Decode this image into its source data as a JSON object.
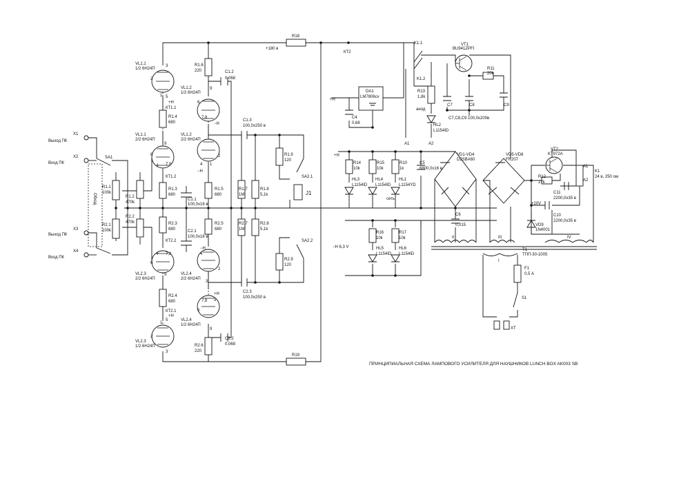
{
  "title": "ПРИНЦИПИАЛЬНАЯ СХЕМА ЛАМПОВОГО УСИЛИТЕЛЯ ДЛЯ НАУШНИКОВ LUNCH BOX AK003 SB",
  "labels": {
    "r18": "R18",
    "r19": "R19",
    "plus180": "+180 в",
    "kt2": "КТ2",
    "r16n": "R1.6",
    "r16v": "220",
    "c12n": "C1.2",
    "c12v": "0,068",
    "vl11n": "VL1.1",
    "vl11v": "1/2 6Н24П",
    "vl12n": "VL1.2",
    "vl12v": "1/2 6Н24П",
    "kt11": "КТ1.1",
    "r14n": "R1.4",
    "r14v": "680",
    "vl11bn": "VL1.1",
    "vl11bv": "2/2 6Н24П",
    "vl12bn": "VL1.2",
    "vl12bv": "2/2 6Н24П",
    "c13n": "C1.3",
    "c13v": "100,0х250 в",
    "r19bn": "R1.9",
    "r19bv": "120",
    "sa21": "SA2.1",
    "j1": "J1",
    "x1": "X1",
    "x2": "X2",
    "x3": "X3",
    "x4": "X4",
    "out1": "Выход ПК",
    "in1": "Вход ПК",
    "out2": "Выход ПК",
    "in2": "Вход ПК",
    "sa1": "SA1",
    "bypass": "Обход",
    "r11n": "R1.1",
    "r11v": "100k",
    "r12n": "R1.2",
    "r12v": "470k",
    "r21n": "R2.1",
    "r21v": "100k",
    "r22n": "R2.2",
    "r22v": "470k",
    "kt12": "КТ1.2",
    "r13n": "R1.3",
    "r13v": "680",
    "r15n": "R1.5",
    "r15v": "680",
    "r17n": "R1.7",
    "r17v": "1M",
    "r18bn": "R1.8",
    "r18bv": "5,1k",
    "c11n": "C1.1",
    "c11v": "100,0х16 в",
    "r23n": "R2.3",
    "r23v": "680",
    "r25n": "R2.5",
    "r25v": "680",
    "r27n": "R2.7",
    "r27v": "1M",
    "r28n": "R2.8",
    "r28v": "5,1k",
    "c21n": "C2.1",
    "c21v": "100,0х16 в",
    "kt22": "КТ2.2",
    "sa22": "SA2.2",
    "r29n": "R2.9",
    "r29v": "120",
    "vl23n": "VL2.3",
    "vl23v": "2/2 6Н24П",
    "vl24n": "VL2.4",
    "vl24v": "2/2 6Н24П",
    "c23n": "C2.3",
    "c23v": "100,0х250 в",
    "r24n": "R2.4",
    "r24v": "680",
    "kt21": "КТ2.1",
    "vl24bn": "VL2.4",
    "vl24bv": "1/2 6Н24П",
    "vl23bn": "VL2.3",
    "vl23bv": "1/2 6Н24П",
    "r26n": "R2.6",
    "r26v": "220",
    "c22n": "C2.2",
    "c22v": "0,068",
    "da1n": "DA1",
    "da1v": "LM7806cv",
    "plusH1": "+Н",
    "c4n": "C4",
    "c4v": "0,68",
    "k11": "K1.1",
    "k12": "K1.2",
    "vt1n": "VT1",
    "vt1v": "BU941ZPFI",
    "r11pn": "R11",
    "r11pv": "20k",
    "c7": "C7",
    "c8": "C8",
    "c9": "C9",
    "c789": "С7,С8,С9 100,0х200в",
    "r13pn": "R13",
    "r13pv": "1,8k",
    "anod": "анод",
    "hl2n": "HL2",
    "hl2v": "L1154ID",
    "a1": "A1",
    "a2": "A2",
    "plusH2": "+Н",
    "r14pn": "R14",
    "r14pv": "10k",
    "r15pn": "R15",
    "r15pv": "10k",
    "r10n": "R10",
    "r10v": "1k",
    "c5n": "C5",
    "c5v": "6800,0х16 в",
    "hl3n": "HL3",
    "hl3v": "L1154ID",
    "hl4n": "HL4",
    "hl4v": "L1154ID",
    "hl1n": "HL1",
    "hl1v": "L1154YD",
    "set": "сеть",
    "vd14n": "VD1-VD4",
    "vd14v": "D2SBA60",
    "vd58n": "VD5-VD8",
    "vd58v": "FR207",
    "c6n": "C6",
    "c6v": "0,015",
    "r16pn": "R16",
    "r16pv": "10k",
    "r17pn": "R17",
    "r17pv": "10k",
    "h63": "−Н 6,3 V",
    "hl5n": "HL5",
    "hl5v": "L1154ID",
    "hl6n": "HL6",
    "hl6v": "L1154ID",
    "w2": "II",
    "w3": "III",
    "w4": "IV",
    "w1": "I",
    "t1n": "T1",
    "t1v": "ТПП-30-1005",
    "f1n": "F1",
    "f1v": "0,5 А",
    "s1": "S1",
    "xt": "XT",
    "vt2n": "VT2",
    "vt2v": "KT972A",
    "r12pn": "R12",
    "r12pv": "27k",
    "ka1": "A1",
    "ka2": "A2",
    "k1n": "K1",
    "k1v": "24 в, 250 ом",
    "c11pn": "C11",
    "c11pv": "2200,0х35 в",
    "plus20": "+20V",
    "vd9n": "VD9",
    "vd9v": "1N4001",
    "c10n": "C10",
    "c10v": "2200,0х35 в",
    "pin3": "3",
    "pin2": "2",
    "pin1": "1",
    "pin4": "4",
    "pin5": "5",
    "pin6": "6",
    "pin7": "7,8",
    "pin9": "9",
    "minusH": "−Н",
    "plusH": "+Н"
  },
  "icons": [
    "triode-icon",
    "resistor-icon",
    "capacitor-icon",
    "diode-icon",
    "led-icon",
    "transistor-icon",
    "relay-icon",
    "switch-icon",
    "fuse-icon",
    "transformer-icon",
    "ground-icon",
    "plug-icon"
  ]
}
